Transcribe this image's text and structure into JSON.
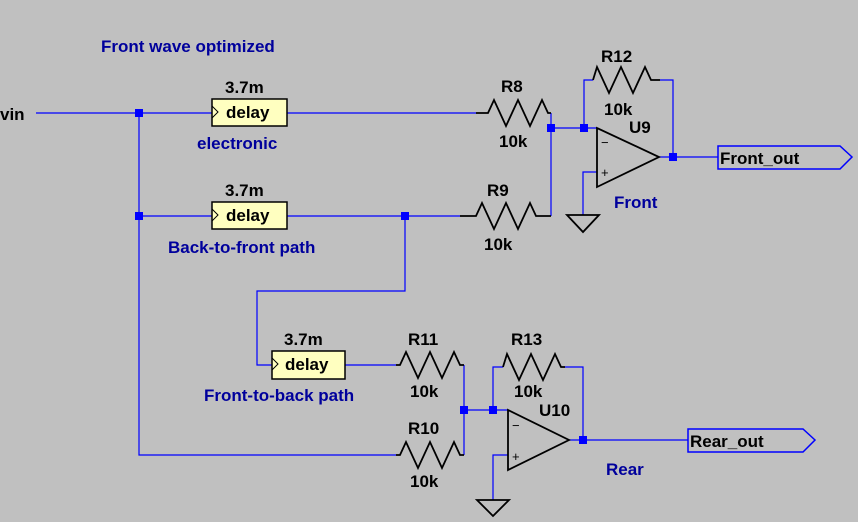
{
  "net_labels": {
    "vin": "vin",
    "front_out": "Front_out",
    "rear_out": "Rear_out"
  },
  "notes": {
    "title": "Front wave optimized",
    "electronic": "electronic",
    "back_to_front": "Back-to-front path",
    "front_to_back": "Front-to-back path",
    "front": "Front",
    "rear": "Rear"
  },
  "delays": [
    {
      "value": "3.7m",
      "label": "delay"
    },
    {
      "value": "3.7m",
      "label": "delay"
    },
    {
      "value": "3.7m",
      "label": "delay"
    }
  ],
  "resistors": {
    "r8": {
      "name": "R8",
      "value": "10k"
    },
    "r9": {
      "name": "R9",
      "value": "10k"
    },
    "r10": {
      "name": "R10",
      "value": "10k"
    },
    "r11": {
      "name": "R11",
      "value": "10k"
    },
    "r12": {
      "name": "R12",
      "value": "10k"
    },
    "r13": {
      "name": "R13",
      "value": "10k"
    }
  },
  "opamps": {
    "u9": {
      "name": "U9",
      "minus": "−",
      "plus": "+"
    },
    "u10": {
      "name": "U10",
      "minus": "−",
      "plus": "+"
    }
  },
  "colors": {
    "background": "#c0c0c0",
    "wire": "#0000ff",
    "note_text": "#00009c",
    "delay_fill": "#ffffc0"
  }
}
